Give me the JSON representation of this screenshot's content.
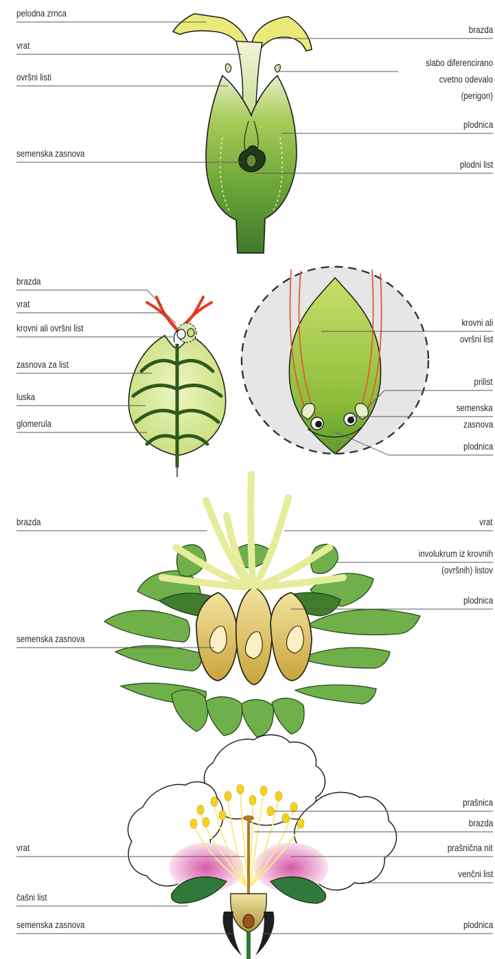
{
  "figure1": {
    "left": {
      "pollen": "pelodna zrnca",
      "style": "vrat",
      "bracts": "ovršni listi",
      "ovule": "semenska zasnova"
    },
    "right": {
      "stigma": "brazda",
      "perigon_1": "slabo diferencirano",
      "perigon_2": "cvetno odevalo",
      "perigon_3": "(perigon)",
      "ovary": "plodnica",
      "carpel": "plodni list"
    }
  },
  "figure2": {
    "left": {
      "stigma": "brazda",
      "style": "vrat",
      "bract": "krovni ali ovršni list",
      "leaf_primordium": "zasnova za list",
      "scale": "luska",
      "glomerule": "glomerula"
    },
    "right": {
      "bract_1": "krovni ali",
      "bract_2": "ovršni list",
      "stipule": "prilist",
      "ovule_1": "semenska",
      "ovule_2": "zasnova",
      "ovary": "plodnica"
    }
  },
  "figure3": {
    "left": {
      "stigma": "brazda",
      "ovule": "semenska zasnova"
    },
    "right": {
      "style": "vrat",
      "involucrum_1": "involukrum iz krovnih",
      "involucrum_2": "(ovršnih) listov",
      "ovary": "plodnica"
    }
  },
  "figure4": {
    "left": {
      "style": "vrat",
      "sepal": "čašni list",
      "ovule": "semenska zasnova"
    },
    "right": {
      "anther": "prašnica",
      "stigma": "brazda",
      "filament": "prašnična nit",
      "petal": "venčni list",
      "ovary": "plodnica"
    }
  }
}
